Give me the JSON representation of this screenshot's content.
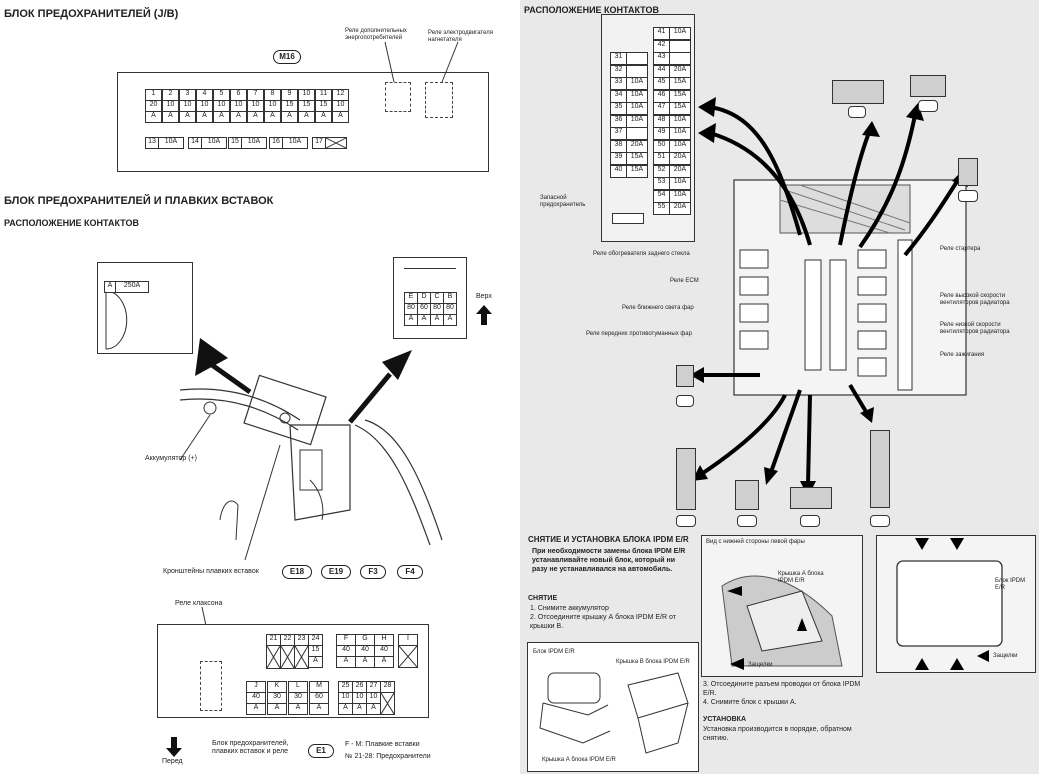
{
  "left": {
    "jb_title": "БЛОК ПРЕДОХРАНИТЕЛЕЙ (J/B)",
    "m16": "M16",
    "relay_accessory": "Реле дополнительных энергопотребителей",
    "relay_blower": "Реле электродвигателя нагнетателя",
    "jb_fuses_top": [
      {
        "n": "1",
        "a": "20",
        "u": "A"
      },
      {
        "n": "2",
        "a": "10",
        "u": "A"
      },
      {
        "n": "3",
        "a": "10",
        "u": "A"
      },
      {
        "n": "4",
        "a": "10",
        "u": "A"
      },
      {
        "n": "5",
        "a": "10",
        "u": "A"
      },
      {
        "n": "6",
        "a": "10",
        "u": "A"
      },
      {
        "n": "7",
        "a": "10",
        "u": "A"
      },
      {
        "n": "8",
        "a": "10",
        "u": "A"
      },
      {
        "n": "9",
        "a": "15",
        "u": "A"
      },
      {
        "n": "10",
        "a": "15",
        "u": "A"
      },
      {
        "n": "11",
        "a": "15",
        "u": "A"
      },
      {
        "n": "12",
        "a": "10",
        "u": "A"
      }
    ],
    "jb_fuses_bottom": [
      {
        "n": "13",
        "a": "10A"
      },
      {
        "n": "14",
        "a": "10A"
      },
      {
        "n": "15",
        "a": "10A"
      },
      {
        "n": "16",
        "a": "10A"
      },
      {
        "n": "17",
        "a": ""
      }
    ],
    "fl_title": "БЛОК ПРЕДОХРАНИТЕЛЕЙ И ПЛАВКИХ ВСТАВОК",
    "contacts_title": "РАСПОЛОЖЕНИЕ КОНТАКТОВ",
    "big_fuse": {
      "letter": "A",
      "rating": "250A"
    },
    "link_letters": [
      "E",
      "D",
      "C",
      "B"
    ],
    "link_vals": [
      "80",
      "60",
      "80",
      "80"
    ],
    "link_unit": "A",
    "up_label": "Верх",
    "battery_label": "Аккумулятор (+)",
    "bracket_label": "Кронштейны плавких вставок",
    "bracket_pills": [
      "E18",
      "E19",
      "F3",
      "F4"
    ],
    "horn_relay": "Реле клаксона",
    "fl_top_nums": [
      "21",
      "22",
      "23",
      "24"
    ],
    "fl_24": {
      "a": "15",
      "u": "A"
    },
    "fl_fgh": [
      {
        "l": "F",
        "a": "40",
        "u": "A"
      },
      {
        "l": "G",
        "a": "40",
        "u": "A"
      },
      {
        "l": "H",
        "a": "40",
        "u": "A"
      }
    ],
    "fl_i": "I",
    "fl_jklm": [
      {
        "l": "J",
        "a": "40",
        "u": "A"
      },
      {
        "l": "K",
        "a": "30",
        "u": "A"
      },
      {
        "l": "L",
        "a": "30",
        "u": "A"
      },
      {
        "l": "M",
        "a": "60",
        "u": "A"
      }
    ],
    "fl_bot_nums": [
      "25",
      "26",
      "27",
      "28"
    ],
    "fl_bot_vals": [
      "10",
      "10",
      "10"
    ],
    "forward": "Перед",
    "legend_block": "Блок предохранителей, плавких вставок и реле",
    "e1": "E1",
    "legend_fm": "F - M: Плавкие вставки",
    "legend_nums": "№ 21-28: Предохранители"
  },
  "right": {
    "contacts_title": "РАСПОЛОЖЕНИЕ КОНТАКТОВ",
    "ipdm_rows": [
      {
        "a": "",
        "b": "",
        "c": "41",
        "d": "10A"
      },
      {
        "a": "",
        "b": "",
        "c": "42",
        "d": ""
      },
      {
        "a": "31",
        "b": "",
        "c": "43",
        "d": ""
      },
      {
        "a": "32",
        "b": "",
        "c": "44",
        "d": "20A"
      },
      {
        "a": "33",
        "b": "10A",
        "c": "45",
        "d": "15A"
      },
      {
        "a": "34",
        "b": "10A",
        "c": "46",
        "d": "15A"
      },
      {
        "a": "35",
        "b": "10A",
        "c": "47",
        "d": "15A"
      },
      {
        "a": "36",
        "b": "10A",
        "c": "48",
        "d": "10A"
      },
      {
        "a": "37",
        "b": "",
        "c": "49",
        "d": "10A"
      },
      {
        "a": "38",
        "b": "20A",
        "c": "50",
        "d": "10A"
      },
      {
        "a": "39",
        "b": "15A",
        "c": "51",
        "d": "20A"
      },
      {
        "a": "40",
        "b": "15A",
        "c": "52",
        "d": "20A"
      },
      {
        "a": "",
        "b": "",
        "c": "53",
        "d": "10A"
      },
      {
        "a": "",
        "b": "",
        "c": "54",
        "d": "10A"
      },
      {
        "a": "",
        "b": "",
        "c": "55",
        "d": "20A"
      }
    ],
    "spare_fuse": "Запасной предохранитель",
    "rel_rear_defog": "Реле обогревателя заднего стекла",
    "rel_ecm": "Реле ECM",
    "rel_low_beam": "Реле ближнего света фар",
    "rel_front_fog": "Реле передних противотуманных фар",
    "rel_starter": "Реле стартера",
    "rel_fan_high": "Реле высокой скорости вентиляторов радиатора",
    "rel_fan_low": "Реле низкой скорости вентиляторов радиатора",
    "rel_ignition": "Реле зажигания",
    "removal_title": "СНЯТИЕ И УСТАНОВКА БЛОКА IPDM E/R",
    "warning": "При необходимости замены блока IPDM E/R устанавливайте новый блок, который ни разу не устанавливался на автомобиль.",
    "removal_sub": "СНЯТИЕ",
    "step1": "1.  Снимите аккумулятор",
    "step2": "2.  Отсоедините крышку А блока IPDM E/R от крышки В.",
    "cover_label1": "Блок IPDM E/R",
    "cover_label2": "Крышка В блока IPDM E/R",
    "cover_label3": "Крышка А блока IPDM E/R",
    "photo_caption": "Вид с нижней стороны левой фары",
    "photo_label": "Крышка А блока IPDM E/R",
    "latch": "Защелки",
    "step3": "3.  Отсоедините разъем проводки от блока IPDM E/R.",
    "step4": "4.  Снимите блок с крышки А.",
    "install_title": "УСТАНОВКА",
    "install_text": "Установка производится в порядке, обратном снятию.",
    "block_label": "Блок IPDM E/R",
    "latch2": "Защелки"
  }
}
